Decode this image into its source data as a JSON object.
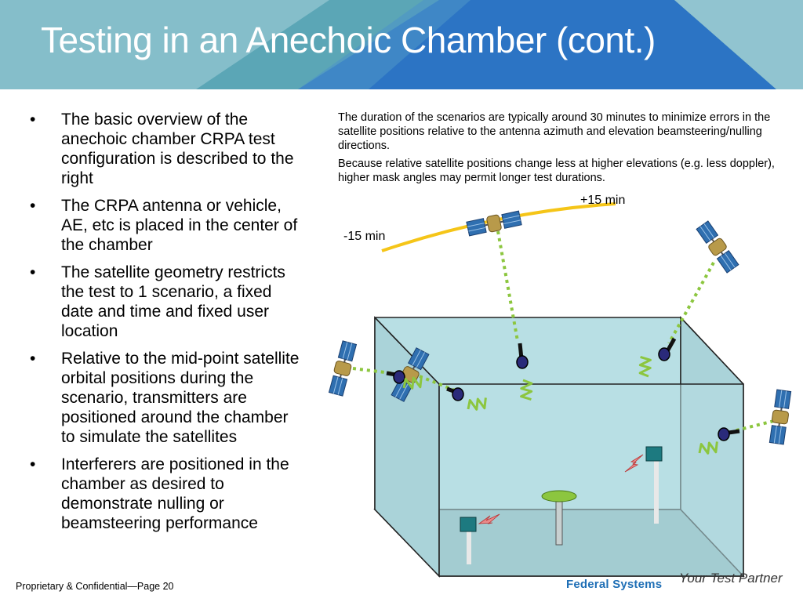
{
  "header": {
    "title": "Testing in an Anechoic Chamber (cont.)",
    "colors": {
      "teal": "#5ba6b6",
      "light_teal": "#a8d2db",
      "blue": "#2c74c4"
    }
  },
  "bullets": [
    "The basic overview of the anechoic chamber CRPA test configuration is described to the right",
    "The CRPA antenna or vehicle, AE, etc is placed in the center of the chamber",
    "The satellite geometry restricts the test to 1 scenario, a fixed date and time and fixed user location",
    "Relative to the mid-point satellite orbital positions during the scenario, transmitters are positioned around the chamber to simulate the satellites",
    "Interferers are positioned in the chamber as desired to demonstrate nulling or beamsteering performance"
  ],
  "bullet_symbol": "•",
  "notes": [
    "The duration of the scenarios are typically around 30 minutes to minimize errors in the satellite positions relative to the antenna azimuth and elevation beamsteering/nulling directions.",
    "Because relative satellite positions change less at higher elevations (e.g. less doppler), higher mask angles may permit longer test durations."
  ],
  "diagram": {
    "label_plus": "+15 min",
    "label_minus": "-15 min",
    "colors": {
      "chamber_fill": "#b8dfe4",
      "chamber_floor": "#8ab5ba",
      "orbit": "#f5c518",
      "beam": "#8cc63f",
      "antenna": "#2a2a7a",
      "panel": "#2f6fb0",
      "sat_body": "#b89a4a"
    }
  },
  "footer": {
    "text": "Proprietary & Confidential—Page 20",
    "brand": "Federal Systems",
    "tagline": "Your Test Partner"
  }
}
